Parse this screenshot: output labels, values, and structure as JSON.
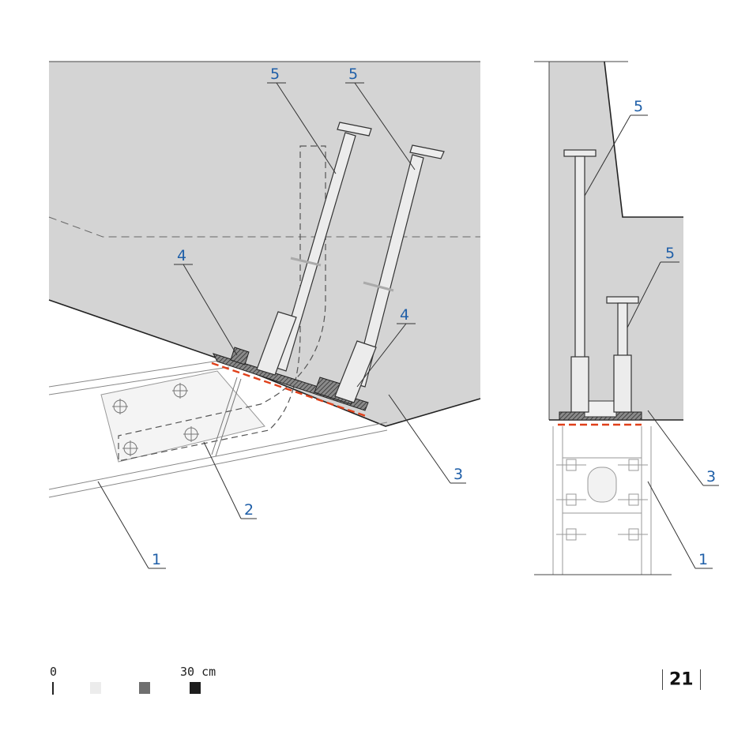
{
  "callouts": {
    "l1": "1",
    "l2": "2",
    "l3": "3",
    "l4a": "4",
    "l4b": "4",
    "l5a": "5",
    "l5b": "5",
    "r1": "1",
    "r3": "3",
    "r5a": "5",
    "r5b": "5"
  },
  "scale": {
    "zero": "0",
    "end": "30 cm",
    "swatches": [
      "#ececec",
      "#6f6f6f",
      "#1e1e1e"
    ]
  },
  "page_number": "21",
  "colors": {
    "concrete": "#d4d4d4",
    "line": "#333333",
    "callout": "#1f5fa8",
    "highlight": "#e0401a"
  }
}
